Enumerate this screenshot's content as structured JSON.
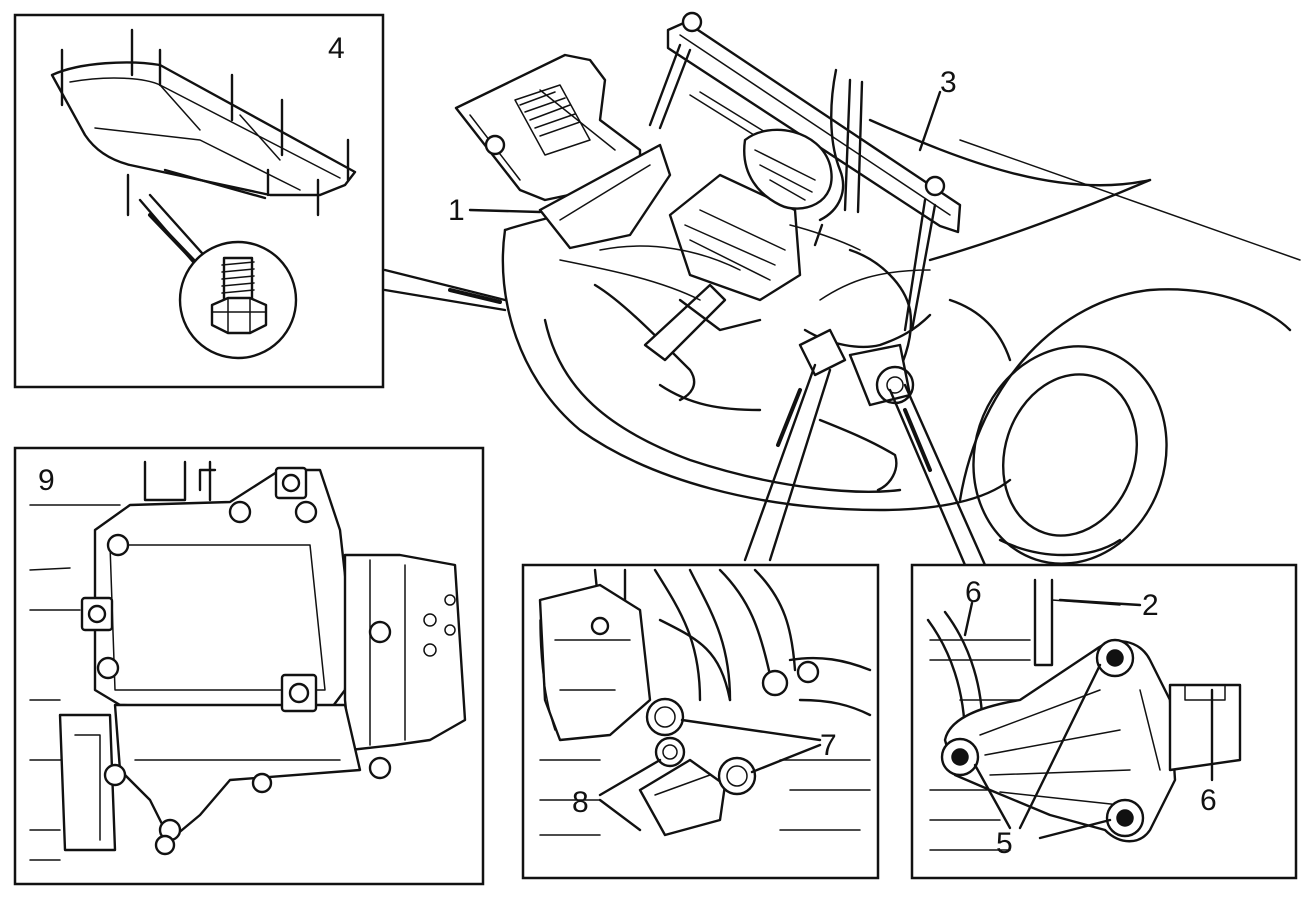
{
  "labels": {
    "l1": "1",
    "l2": "2",
    "l3": "3",
    "l4": "4",
    "l5": "5",
    "l6a": "6",
    "l6b": "6",
    "l7": "7",
    "l8": "8",
    "l9": "9"
  }
}
